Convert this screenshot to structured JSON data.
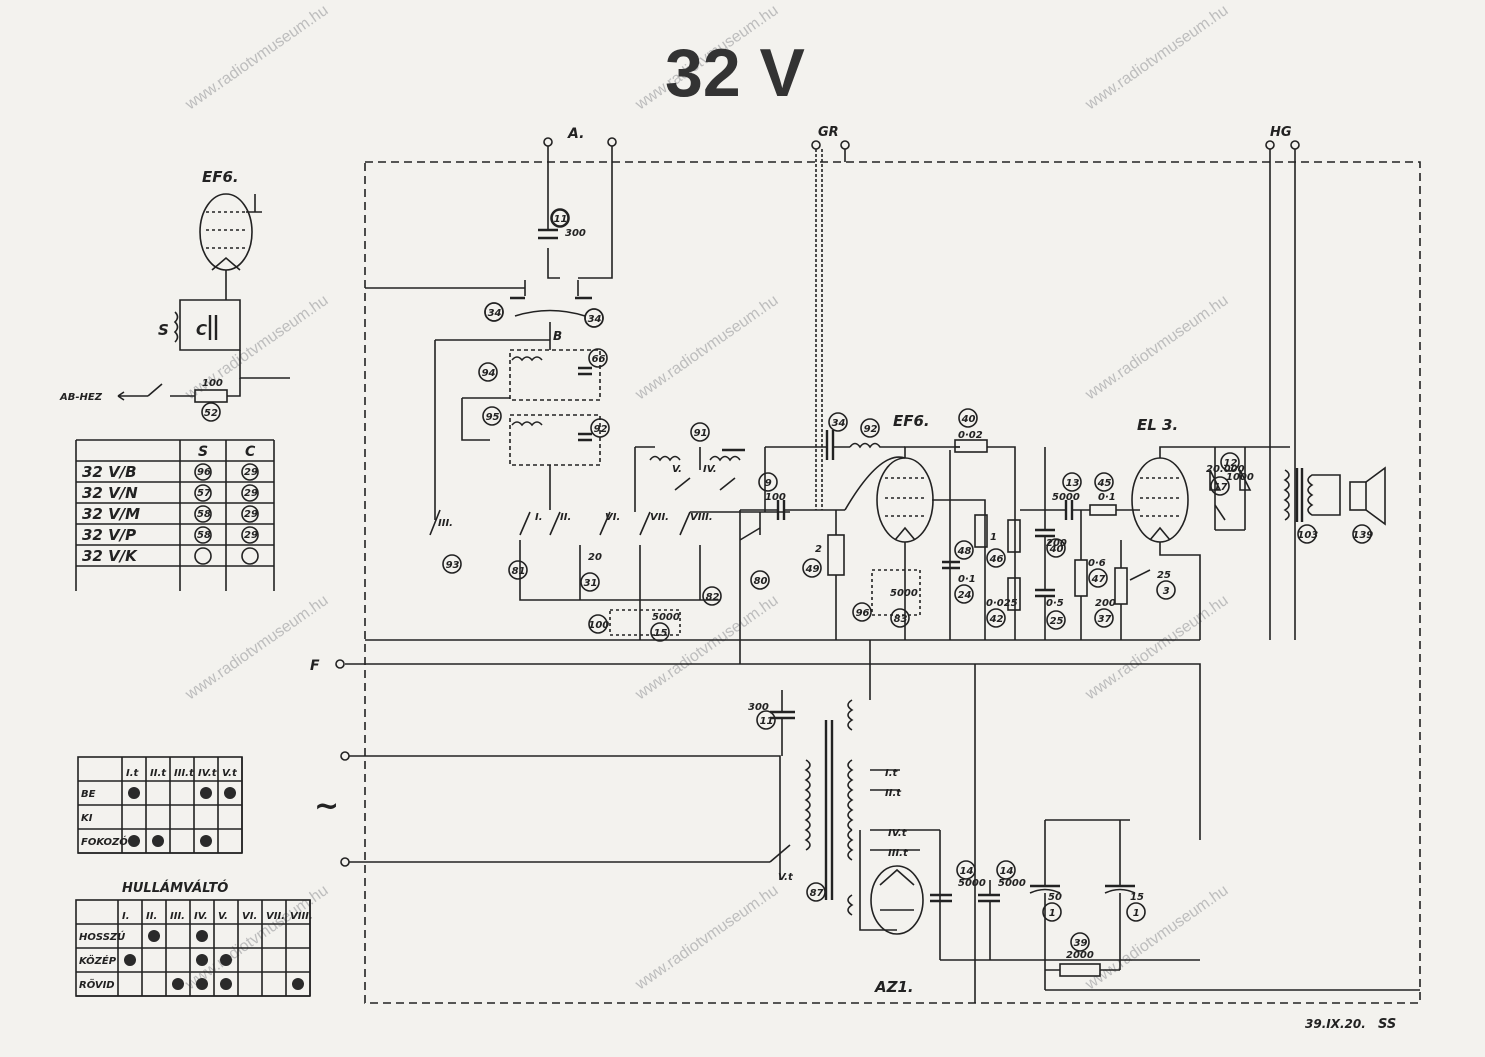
{
  "title": "32 V",
  "watermark": "www.radiotvmuseum.hu",
  "date_code": "39.IX.20.",
  "signature": "SS",
  "terminals": {
    "antenna": "A.",
    "ground": "GR",
    "speaker": "HG",
    "f": "F",
    "mains_symbol": "~"
  },
  "tubes": {
    "inset": "EF6.",
    "rf": "EF6.",
    "output": "EL 3.",
    "rectifier": "AZ1."
  },
  "inset": {
    "label_s": "S",
    "label_c": "C",
    "arrow_label": "AB-HEZ",
    "resistor_value": "100",
    "resistor_id": "52"
  },
  "switch_letter": "B",
  "components": [
    {
      "id": "11",
      "value": "300",
      "pos": "ant"
    },
    {
      "id": "34",
      "value": "",
      "pos": "sw1"
    },
    {
      "id": "34",
      "value": "",
      "pos": "sw2"
    },
    {
      "id": "94",
      "value": "",
      "pos": "l94"
    },
    {
      "id": "66",
      "value": "",
      "pos": "c66"
    },
    {
      "id": "95",
      "value": "",
      "pos": "l95"
    },
    {
      "id": "92",
      "value": "",
      "pos": "c92a"
    },
    {
      "id": "91",
      "value": "",
      "pos": "l91"
    },
    {
      "id": "92",
      "value": "",
      "pos": "l92"
    },
    {
      "id": "34",
      "value": "",
      "pos": "c34"
    },
    {
      "id": "9",
      "value": "100",
      "pos": "c9"
    },
    {
      "id": "40",
      "value": "0·02",
      "pos": "c40"
    },
    {
      "id": "49",
      "value": "2",
      "pos": "r49"
    },
    {
      "id": "48",
      "value": "",
      "pos": "c48"
    },
    {
      "id": "24",
      "value": "0·1",
      "pos": "c24"
    },
    {
      "id": "46",
      "value": "1",
      "pos": "r46"
    },
    {
      "id": "42",
      "value": "0·025",
      "pos": "c42"
    },
    {
      "id": "13",
      "value": "5000",
      "pos": "c13"
    },
    {
      "id": "45",
      "value": "0·1",
      "pos": "r45"
    },
    {
      "id": "40",
      "value": "200",
      "pos": "c40b"
    },
    {
      "id": "25",
      "value": "0·5",
      "pos": "c25"
    },
    {
      "id": "47",
      "value": "0·6",
      "pos": "r47"
    },
    {
      "id": "37",
      "value": "200",
      "pos": "r37"
    },
    {
      "id": "3",
      "value": "25",
      "pos": "c3"
    },
    {
      "id": "17",
      "value": "20.000",
      "pos": "c17"
    },
    {
      "id": "12",
      "value": "1000",
      "pos": "c12"
    },
    {
      "id": "103",
      "value": "",
      "pos": "t103"
    },
    {
      "id": "139",
      "value": "",
      "pos": "spk"
    },
    {
      "id": "93",
      "value": "",
      "pos": "l93"
    },
    {
      "id": "81",
      "value": "",
      "pos": "l81"
    },
    {
      "id": "31",
      "value": "20",
      "pos": "l31"
    },
    {
      "id": "80",
      "value": "",
      "pos": "l80"
    },
    {
      "id": "82",
      "value": "",
      "pos": "l82"
    },
    {
      "id": "15",
      "value": "5000",
      "pos": "c15"
    },
    {
      "id": "100",
      "value": "",
      "pos": "l100"
    },
    {
      "id": "96",
      "value": "",
      "pos": "l96"
    },
    {
      "id": "83",
      "value": "5000",
      "pos": "c83"
    },
    {
      "id": "11",
      "value": "300",
      "pos": "cmain"
    },
    {
      "id": "87",
      "value": "",
      "pos": "tr87"
    },
    {
      "id": "14",
      "value": "5000",
      "pos": "c14a"
    },
    {
      "id": "14",
      "value": "5000",
      "pos": "c14b"
    },
    {
      "id": "1",
      "value": "50",
      "pos": "e50"
    },
    {
      "id": "1",
      "value": "15",
      "pos": "e15"
    },
    {
      "id": "39",
      "value": "2000",
      "pos": "r39"
    }
  ],
  "switch_positions": [
    "I.",
    "II.",
    "III.",
    "IV.",
    "V.",
    "VI.",
    "VII.",
    "VIII."
  ],
  "tap_labels": [
    "I.t",
    "II.t",
    "IV.t",
    "III.t",
    "V.t"
  ],
  "variant_table": {
    "headers": [
      "",
      "S",
      "C"
    ],
    "rows": [
      [
        "32 V/B",
        "96",
        "29"
      ],
      [
        "32 V/N",
        "57",
        "29"
      ],
      [
        "32 V/M",
        "58",
        "29"
      ],
      [
        "32 V/P",
        "58",
        "29"
      ],
      [
        "32 V/K",
        "",
        ""
      ]
    ]
  },
  "tap_table": {
    "headers": [
      "",
      "I.t",
      "II.t",
      "III.t",
      "IV.t",
      "V.t"
    ],
    "rows": [
      {
        "label": "BE",
        "dots": [
          1,
          0,
          0,
          1,
          1
        ]
      },
      {
        "label": "KI",
        "dots": [
          0,
          0,
          0,
          0,
          0
        ]
      },
      {
        "label": "FOKOZÓ",
        "dots": [
          1,
          1,
          0,
          1,
          0
        ]
      }
    ]
  },
  "wave_table": {
    "title": "HULLÁMVÁLTÓ",
    "headers": [
      "",
      "I.",
      "II.",
      "III.",
      "IV.",
      "V.",
      "VI.",
      "VII.",
      "VIII."
    ],
    "rows": [
      {
        "label": "HOSSZÚ",
        "dots": [
          0,
          1,
          0,
          1,
          0,
          0,
          0,
          0
        ]
      },
      {
        "label": "KÖZÉP",
        "dots": [
          1,
          0,
          0,
          1,
          1,
          0,
          0,
          0
        ]
      },
      {
        "label": "RÖVID",
        "dots": [
          0,
          0,
          1,
          1,
          1,
          0,
          0,
          1
        ]
      }
    ]
  }
}
